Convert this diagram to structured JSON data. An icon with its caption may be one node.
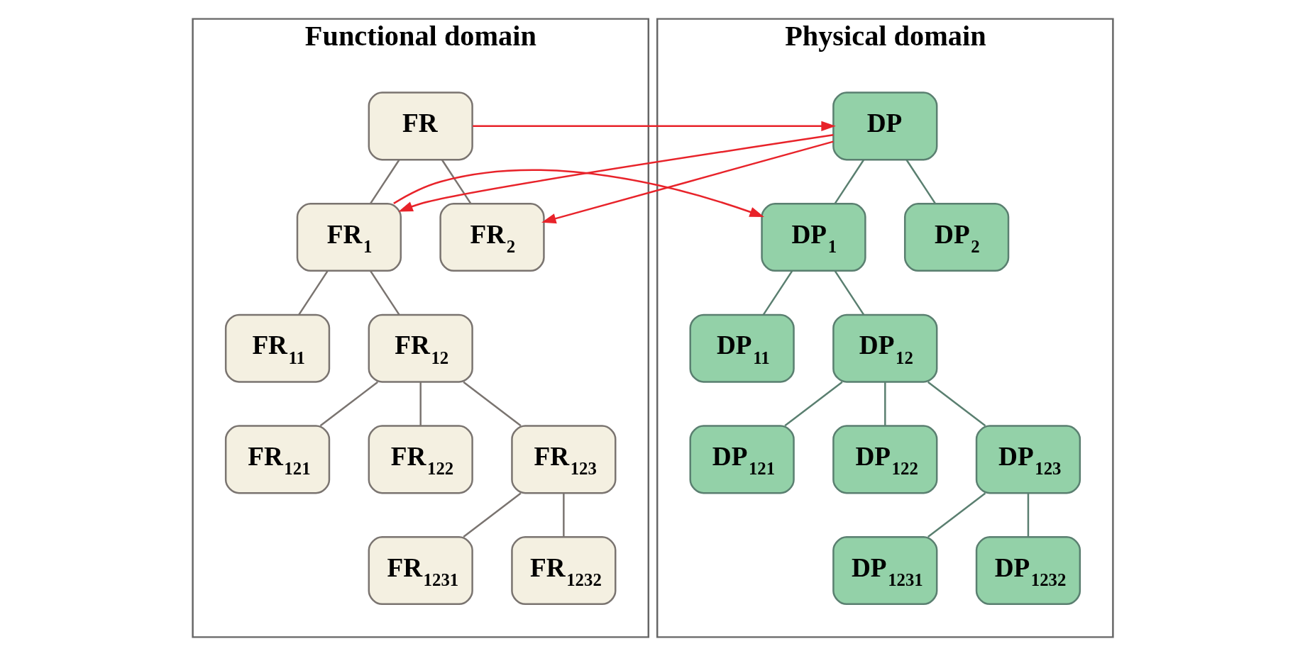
{
  "diagram": {
    "nodes": [
      {
        "text": [
          "Functional domain"
        ]
      },
      {
        "text": [
          "FR"
        ],
        "in": 0
      },
      {
        "text": [
          "FR$_{1}$"
        ],
        "in": 0
      },
      {
        "text": [
          "FR$_{2}$"
        ],
        "in": 0
      },
      {
        "text": [
          "FR$_{11}$"
        ],
        "in": 0
      },
      {
        "text": [
          "FR$_{12}$"
        ],
        "in": 0
      },
      {
        "text": [
          "FR$_{121}$"
        ],
        "in": 0
      },
      {
        "text": [
          "FR$_{122}$"
        ],
        "in": 0
      },
      {
        "text": [
          "FR$_{123}$"
        ],
        "in": 0
      },
      {
        "text": [
          "FR$_{1231}$"
        ],
        "in": 0
      },
      {
        "text": [
          "FR$_{1232}$"
        ],
        "in": 0
      },
      {
        "text": [
          "Physical domain"
        ]
      },
      {
        "text": [
          "DP"
        ],
        "in": 11
      },
      {
        "text": [
          "DP$_{1}$"
        ],
        "in": 11
      },
      {
        "text": [
          "DP$_{2}$"
        ],
        "in": 11
      },
      {
        "text": [
          "DP$_{11}$"
        ],
        "in": 11
      },
      {
        "text": [
          "DP$_{12}$"
        ],
        "in": 11
      },
      {
        "text": [
          "DP$_{121}$"
        ],
        "in": 11
      },
      {
        "text": [
          "DP$_{122}$"
        ],
        "in": 11
      },
      {
        "text": [
          "DP$_{123}$"
        ],
        "in": 11
      },
      {
        "text": [
          "DP$_{1231}$"
        ],
        "in": 11
      },
      {
        "text": [
          "DP$_{1232}$"
        ],
        "in": 11
      }
    ],
    "edges": [
      {
        "from": 1,
        "to": 2,
        "arrow": "none"
      },
      {
        "from": 1,
        "to": 3,
        "arrow": "none"
      },
      {
        "from": 2,
        "to": 4,
        "arrow": "none"
      },
      {
        "from": 2,
        "to": 5,
        "arrow": "none"
      },
      {
        "from": 5,
        "to": 6,
        "arrow": "none"
      },
      {
        "from": 5,
        "to": 7,
        "arrow": "none"
      },
      {
        "from": 5,
        "to": 8,
        "arrow": "none"
      },
      {
        "from": 8,
        "to": 9,
        "arrow": "none"
      },
      {
        "from": 8,
        "to": 10,
        "arrow": "none"
      },
      {
        "from": 12,
        "to": 13,
        "arrow": "none",
        "color": "#5a7f70"
      },
      {
        "from": 12,
        "to": 14,
        "arrow": "none",
        "color": "#5a7f70"
      },
      {
        "from": 13,
        "to": 15,
        "arrow": "none",
        "color": "#5a7f70"
      },
      {
        "from": 13,
        "to": 16,
        "arrow": "none",
        "color": "#5a7f70"
      },
      {
        "from": 16,
        "to": 17,
        "arrow": "none",
        "color": "#5a7f70"
      },
      {
        "from": 16,
        "to": 18,
        "arrow": "none",
        "color": "#5a7f70"
      },
      {
        "from": 16,
        "to": 19,
        "arrow": "none",
        "color": "#5a7f70"
      },
      {
        "from": 19,
        "to": 20,
        "arrow": "none",
        "color": "#5a7f70"
      },
      {
        "from": 19,
        "to": 21,
        "arrow": "none",
        "color": "#5a7f70"
      },
      {
        "from": 1,
        "to": 12,
        "arrow": "to",
        "color": "#e8232a"
      },
      {
        "from": 12,
        "to": 2,
        "arrow": "to",
        "color": "#e8232a"
      },
      {
        "from": 12,
        "to": 3,
        "arrow": "to",
        "color": "#e8232a"
      },
      {
        "from": 2,
        "to": 13,
        "arrow": "to",
        "color": "#e8232a"
      }
    ]
  }
}
